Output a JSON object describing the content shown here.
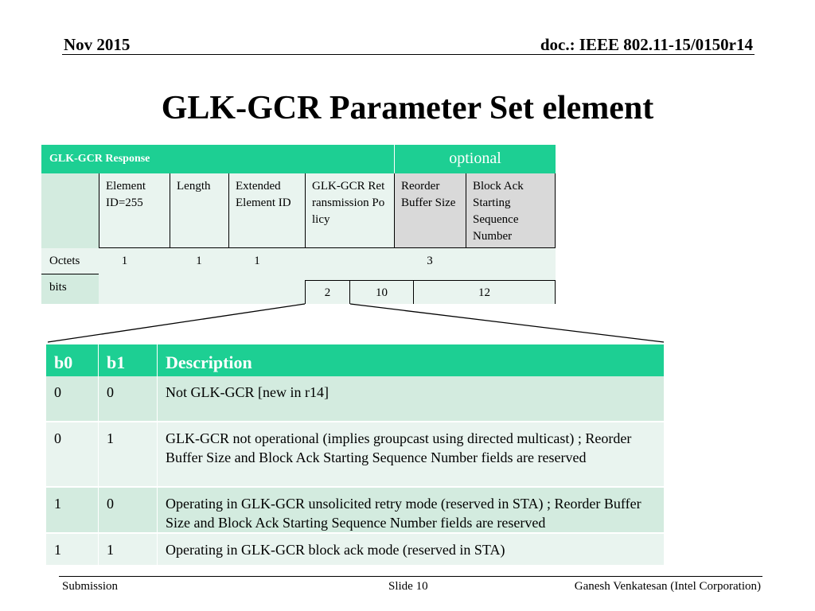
{
  "header": {
    "date": "Nov 2015",
    "doc_id": "doc.: IEEE 802.11-15/0150r14"
  },
  "title": "GLK-GCR Parameter Set element",
  "format_table": {
    "element_name": "GLK-GCR Response",
    "optional_label": "optional",
    "fields": [
      "Element ID=255",
      "Length",
      "Extended Element ID",
      "GLK-GCR Retransmission Policy",
      "Reorder Buffer Size",
      "Block Ack Starting Sequence Number"
    ],
    "octets_label": "Octets",
    "octets": [
      "1",
      "1",
      "1",
      "3"
    ],
    "bits_label": "bits",
    "bits": [
      "2",
      "10",
      "12"
    ]
  },
  "desc_table": {
    "headers": [
      "b0",
      "b1",
      "Description"
    ],
    "rows": [
      {
        "b0": "0",
        "b1": "0",
        "desc": "Not GLK-GCR [new in r14]"
      },
      {
        "b0": "0",
        "b1": "1",
        "desc": "GLK-GCR not operational (implies groupcast using directed multicast) ; Reorder Buffer Size and Block Ack Starting Sequence Number fields are reserved"
      },
      {
        "b0": "1",
        "b1": "0",
        "desc": "Operating in GLK-GCR unsolicited retry mode (reserved in STA) ; Reorder Buffer Size and Block Ack Starting Sequence Number fields are reserved"
      },
      {
        "b0": "1",
        "b1": "1",
        "desc": "Operating in GLK-GCR block ack mode (reserved in STA)"
      }
    ]
  },
  "footer": {
    "left": "Submission",
    "center": "Slide 10",
    "right": "Ganesh Venkatesan (Intel Corporation)"
  }
}
